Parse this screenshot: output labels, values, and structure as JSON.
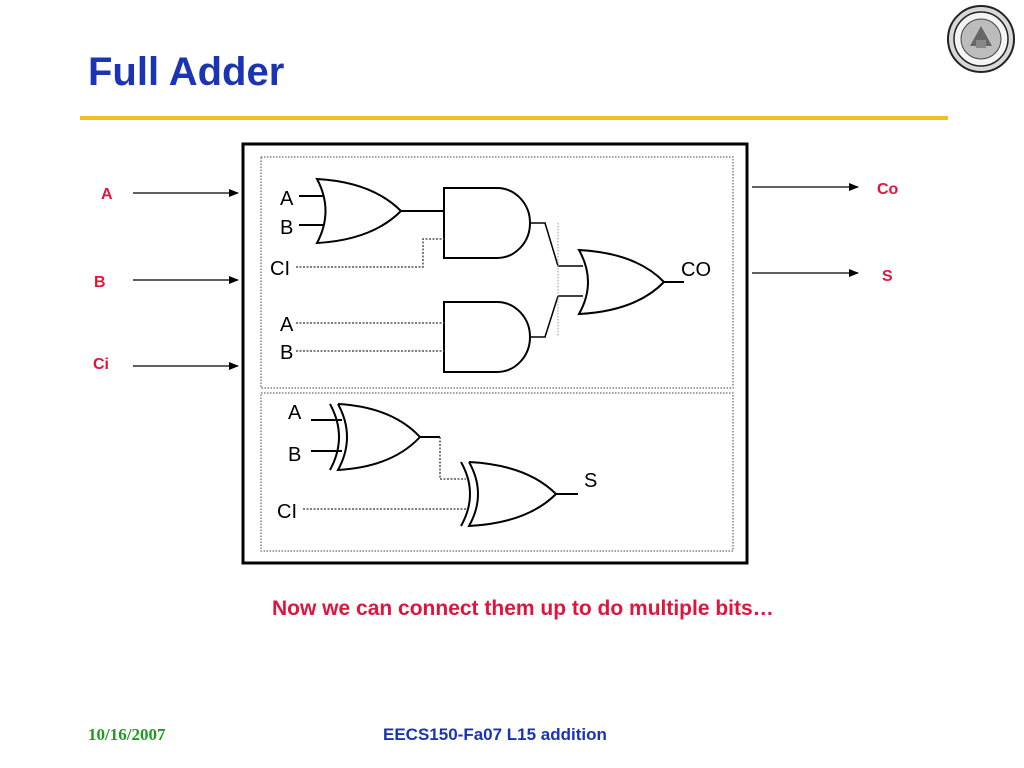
{
  "slide": {
    "title": "Full Adder",
    "caption": "Now we can connect them up to do multiple bits…",
    "footer": {
      "date": "10/16/2007",
      "course": "EECS150-Fa07 L15 addition"
    }
  },
  "colors": {
    "title": "#1a34b4",
    "rule": "#f0c020",
    "labels": "#e0143c",
    "date": "#1f9a1f"
  },
  "diagram": {
    "block_inputs": [
      "A",
      "B",
      "Ci"
    ],
    "block_outputs": [
      "Co",
      "S"
    ],
    "carry_section": {
      "or_gate_inputs": [
        "A",
        "B"
      ],
      "carry_in_label": "CI",
      "and_gate_inputs": [
        "A",
        "B"
      ],
      "output_label": "CO"
    },
    "sum_section": {
      "xor_gate_inputs": [
        "A",
        "B"
      ],
      "carry_in_label": "CI",
      "output_label": "S"
    }
  }
}
